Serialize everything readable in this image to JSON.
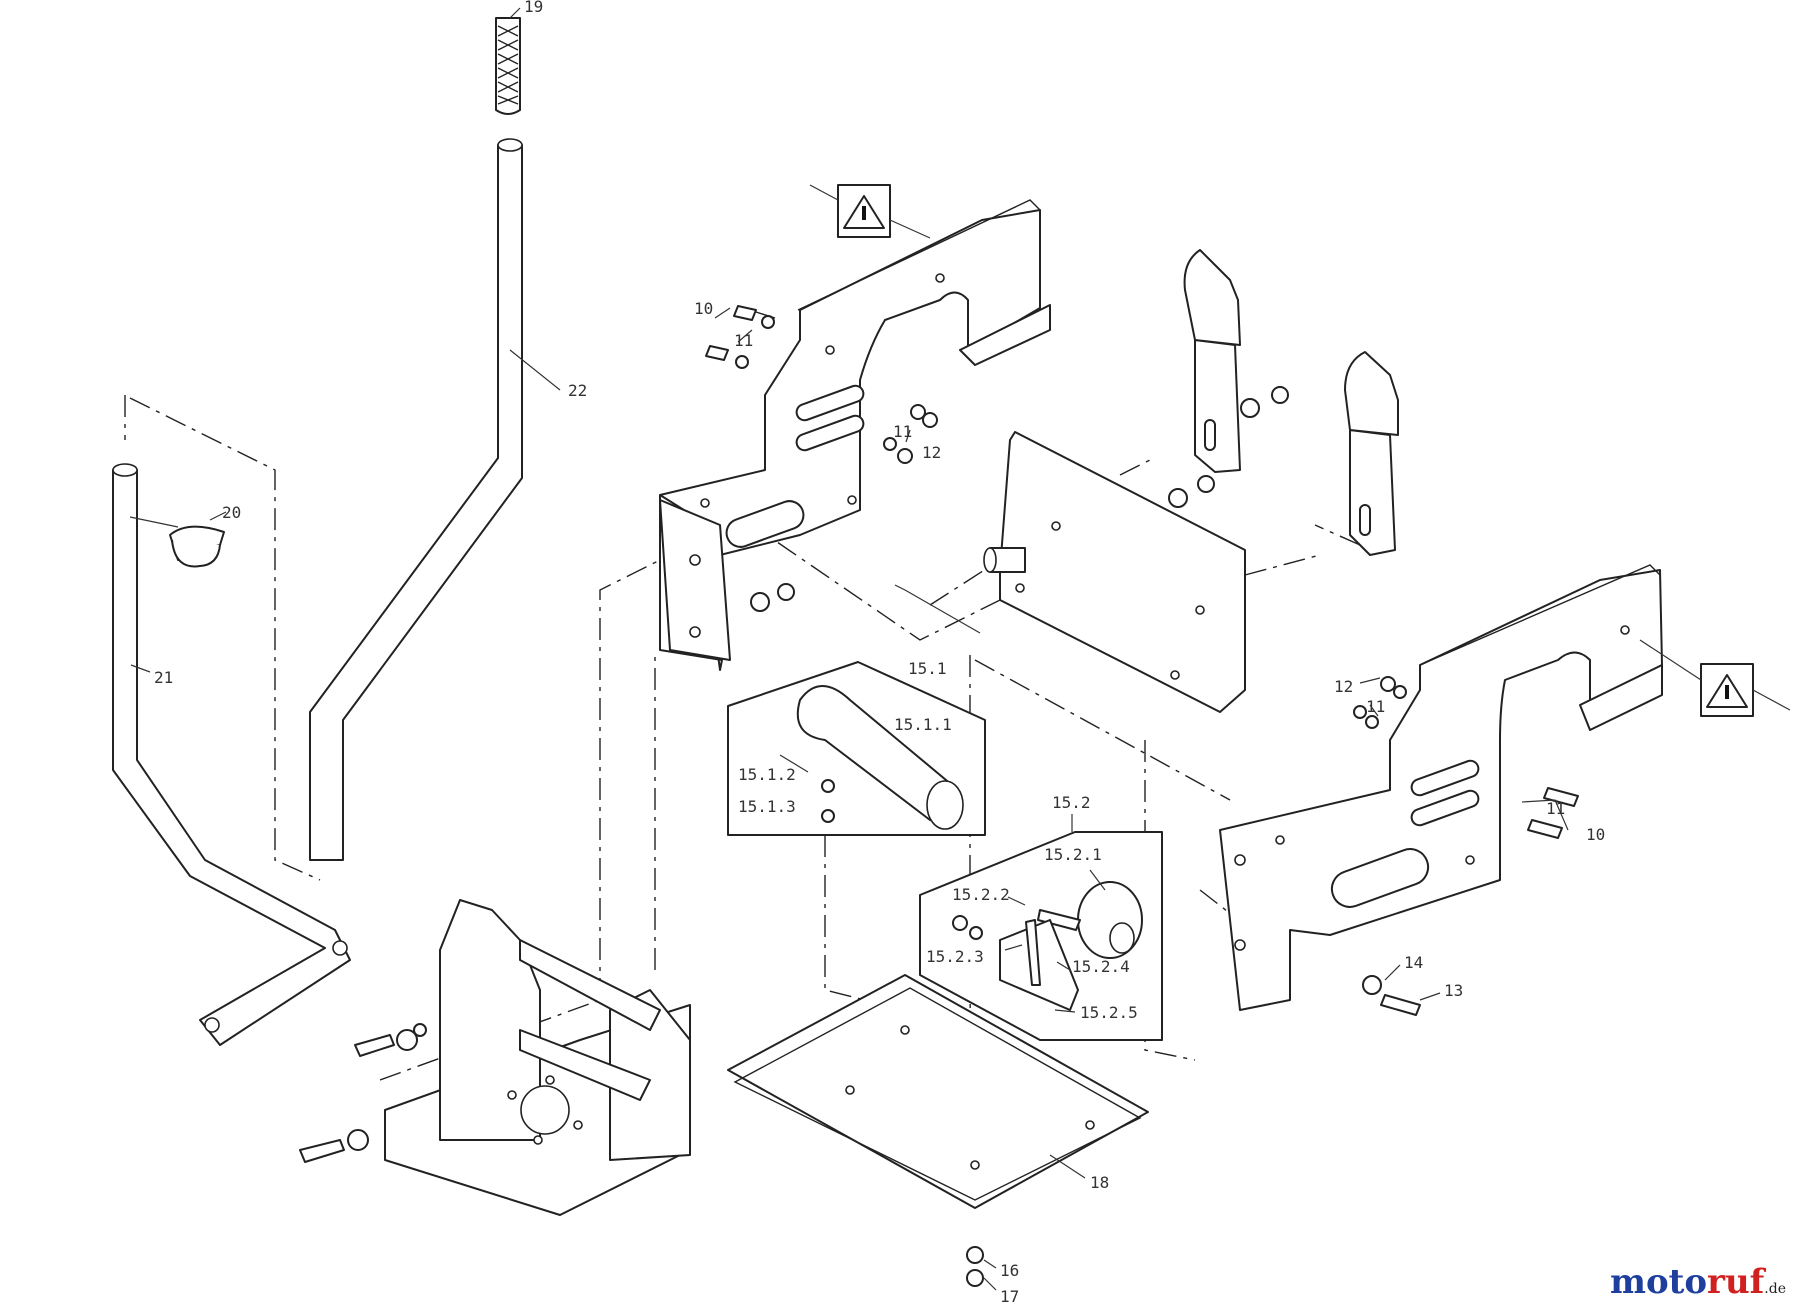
{
  "diagram": {
    "callouts": {
      "c10a": "10",
      "c11a": "11",
      "c11b": "11",
      "c12a": "12",
      "c19": "19",
      "c22": "22",
      "c20": "20",
      "c21": "21",
      "c151": "15.1",
      "c1511": "15.1.1",
      "c1512": "15.1.2",
      "c1513": "15.1.3",
      "c152": "15.2",
      "c1521": "15.2.1",
      "c1522": "15.2.2",
      "c1523": "15.2.3",
      "c1524": "15.2.4",
      "c1525": "15.2.5",
      "c12b": "12",
      "c11c": "11",
      "c11d": "11",
      "c10b": "10",
      "c14": "14",
      "c13": "13",
      "c18": "18",
      "c16": "16",
      "c17": "17"
    },
    "warning_icon": "warning-triangle-icon"
  },
  "watermark": {
    "part1": "moto",
    "part2": "ruf",
    "part3": ".de"
  }
}
